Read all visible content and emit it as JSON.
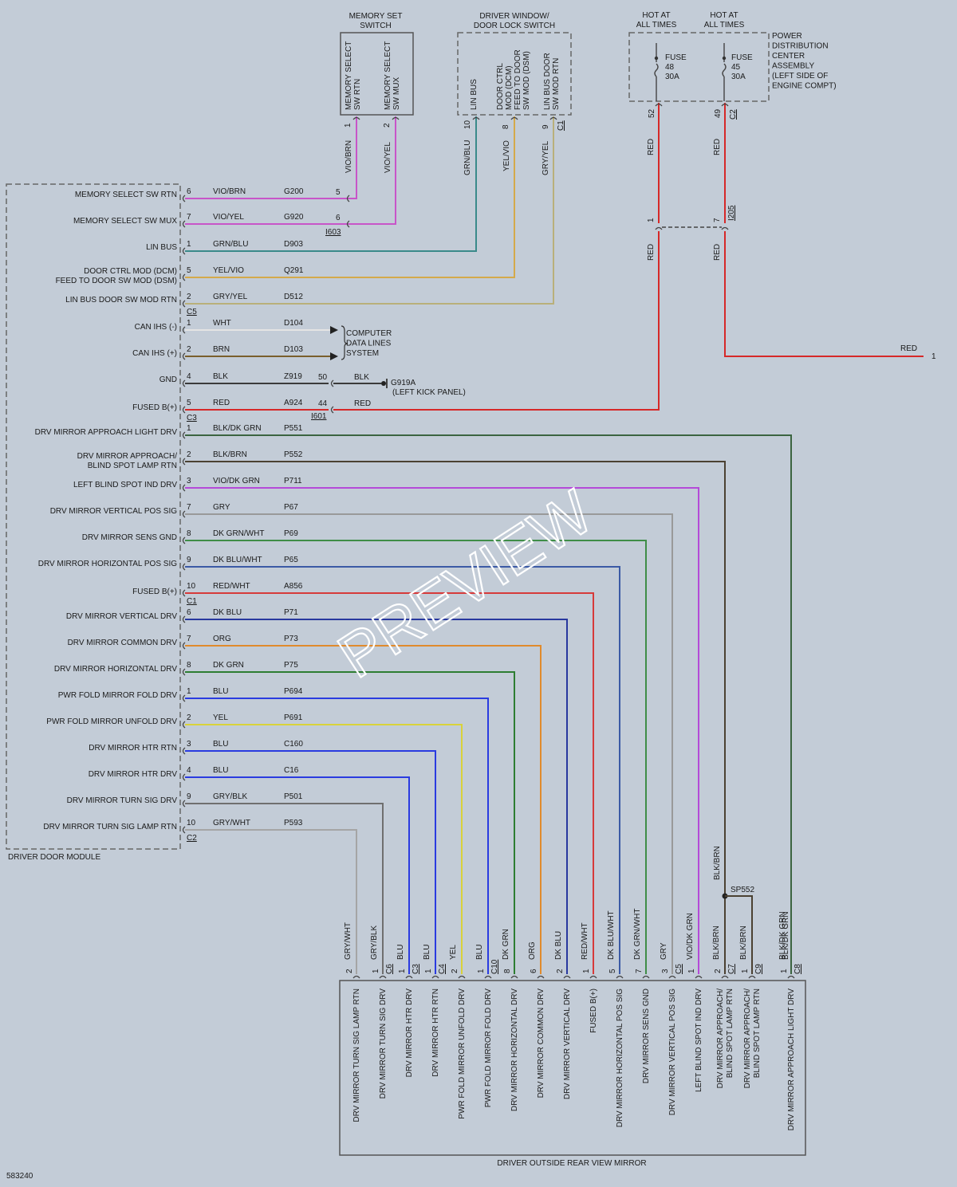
{
  "diagram_id": "583240",
  "components": {
    "memory_switch": {
      "title_lines": [
        "MEMORY SET",
        "SWITCH"
      ],
      "pin_labels": [
        [
          "MEMORY SELECT",
          "SW RTN"
        ],
        [
          "MEMORY SELECT",
          "SW MUX"
        ]
      ],
      "pin_numbers": [
        "1",
        "2"
      ]
    },
    "window_switch": {
      "title_lines": [
        "DRIVER WINDOW/",
        "DOOR LOCK SWITCH"
      ],
      "pin_labels": [
        [
          "LIN BUS"
        ],
        [
          "DOOR CTRL",
          "MOD (DCM)",
          "FEED TO DOOR",
          "SW MOD (DSM)"
        ],
        [
          "LIN BUS DOOR",
          "SW MOD RTN"
        ]
      ],
      "pin_numbers": [
        "10",
        "8",
        "9"
      ],
      "connector": "C1"
    },
    "hot1": {
      "lines": [
        "HOT AT",
        "ALL TIMES"
      ]
    },
    "hot2": {
      "lines": [
        "HOT AT",
        "ALL TIMES"
      ]
    },
    "fuse48": {
      "lines": [
        "FUSE",
        "48",
        "30A"
      ]
    },
    "fuse45": {
      "lines": [
        "FUSE",
        "45",
        "30A"
      ]
    },
    "pdc": {
      "lines": [
        "POWER",
        "DISTRIBUTION",
        "CENTER",
        "ASSEMBLY",
        "(LEFT SIDE OF",
        "ENGINE COMPT)"
      ],
      "pins": [
        "52",
        "49"
      ],
      "connector": "C2"
    },
    "ddm": {
      "title": "DRIVER DOOR MODULE"
    },
    "mirror": {
      "title": "DRIVER OUTSIDE REAR VIEW MIRROR"
    },
    "computer_data": {
      "lines": [
        "COMPUTER",
        "DATA LINES",
        "SYSTEM"
      ]
    },
    "ground": {
      "label": "G919A",
      "location": "(LEFT KICK PANEL)"
    },
    "splice": {
      "label": "SP552"
    }
  },
  "inline": {
    "i603": {
      "label": "I603",
      "pins": [
        "5",
        "6"
      ]
    },
    "i601": {
      "label": "I601",
      "pins": [
        "50",
        "44"
      ]
    },
    "i205": {
      "label": "I205",
      "pins": [
        "1",
        "7"
      ]
    }
  },
  "upper_wire_colors": {
    "vio_brn": "VIO/BRN",
    "vio_yel": "VIO/YEL",
    "grn_blu": "GRN/BLU",
    "yel_vio": "YEL/VIO",
    "gry_yel": "GRY/YEL",
    "red52_top": "RED",
    "red52_bottom": "RED",
    "red49_top": "RED",
    "red49_bottom": "RED",
    "red_out": "RED",
    "red_out_pin": "1",
    "blk_ground": "BLK",
    "red_fused": "RED"
  },
  "ddm_rows": [
    {
      "label": [
        "MEMORY SELECT SW RTN"
      ],
      "pin": "6",
      "color": "VIO/BRN",
      "circuit": "G200"
    },
    {
      "label": [
        "MEMORY SELECT SW MUX"
      ],
      "pin": "7",
      "color": "VIO/YEL",
      "circuit": "G920"
    },
    {
      "label": [
        "LIN BUS"
      ],
      "pin": "1",
      "color": "GRN/BLU",
      "circuit": "D903"
    },
    {
      "label": [
        "DOOR CTRL MOD (DCM)",
        "FEED TO DOOR SW MOD (DSM)"
      ],
      "pin": "5",
      "color": "YEL/VIO",
      "circuit": "Q291"
    },
    {
      "label": [
        "LIN BUS DOOR SW MOD RTN"
      ],
      "pin": "2",
      "color": "GRY/YEL",
      "circuit": "D512",
      "conn": "C5"
    },
    {
      "label": [
        "CAN IHS (-)"
      ],
      "pin": "1",
      "color": "WHT",
      "circuit": "D104"
    },
    {
      "label": [
        "CAN IHS (+)"
      ],
      "pin": "2",
      "color": "BRN",
      "circuit": "D103"
    },
    {
      "label": [
        "GND"
      ],
      "pin": "4",
      "color": "BLK",
      "circuit": "Z919"
    },
    {
      "label": [
        "FUSED B(+)"
      ],
      "pin": "5",
      "color": "RED",
      "circuit": "A924",
      "conn": "C3"
    },
    {
      "label": [
        "DRV MIRROR APPROACH LIGHT DRV"
      ],
      "pin": "1",
      "color": "BLK/DK GRN",
      "circuit": "P551"
    },
    {
      "label": [
        "DRV MIRROR APPROACH/",
        "BLIND SPOT LAMP RTN"
      ],
      "pin": "2",
      "color": "BLK/BRN",
      "circuit": "P552"
    },
    {
      "label": [
        "LEFT BLIND SPOT IND DRV"
      ],
      "pin": "3",
      "color": "VIO/DK GRN",
      "circuit": "P711"
    },
    {
      "label": [
        "DRV MIRROR VERTICAL POS SIG"
      ],
      "pin": "7",
      "color": "GRY",
      "circuit": "P67"
    },
    {
      "label": [
        "DRV MIRROR SENS GND"
      ],
      "pin": "8",
      "color": "DK GRN/WHT",
      "circuit": "P69"
    },
    {
      "label": [
        "DRV MIRROR HORIZONTAL POS SIG"
      ],
      "pin": "9",
      "color": "DK BLU/WHT",
      "circuit": "P65"
    },
    {
      "label": [
        "FUSED B(+)"
      ],
      "pin": "10",
      "color": "RED/WHT",
      "circuit": "A856",
      "conn": "C1"
    },
    {
      "label": [
        "DRV MIRROR VERTICAL DRV"
      ],
      "pin": "6",
      "color": "DK BLU",
      "circuit": "P71"
    },
    {
      "label": [
        "DRV MIRROR COMMON DRV"
      ],
      "pin": "7",
      "color": "ORG",
      "circuit": "P73"
    },
    {
      "label": [
        "DRV MIRROR HORIZONTAL DRV"
      ],
      "pin": "8",
      "color": "DK GRN",
      "circuit": "P75"
    },
    {
      "label": [
        "PWR FOLD MIRROR FOLD DRV"
      ],
      "pin": "1",
      "color": "BLU",
      "circuit": "P694"
    },
    {
      "label": [
        "PWR FOLD MIRROR UNFOLD DRV"
      ],
      "pin": "2",
      "color": "YEL",
      "circuit": "P691"
    },
    {
      "label": [
        "DRV MIRROR HTR RTN"
      ],
      "pin": "3",
      "color": "BLU",
      "circuit": "C160"
    },
    {
      "label": [
        "DRV MIRROR HTR DRV"
      ],
      "pin": "4",
      "color": "BLU",
      "circuit": "C16"
    },
    {
      "label": [
        "DRV MIRROR TURN SIG DRV"
      ],
      "pin": "9",
      "color": "GRY/BLK",
      "circuit": "P501"
    },
    {
      "label": [
        "DRV MIRROR TURN SIG LAMP RTN"
      ],
      "pin": "10",
      "color": "GRY/WHT",
      "circuit": "P593",
      "conn": "C2"
    }
  ],
  "mirror_pins": [
    {
      "label": [
        "DRV MIRROR TURN SIG LAMP RTN"
      ],
      "pin": "2",
      "color": "GRY/WHT"
    },
    {
      "label": [
        "DRV MIRROR TURN SIG DRV"
      ],
      "pin": "1",
      "color": "GRY/BLK",
      "conn": "C6"
    },
    {
      "label": [
        "DRV MIRROR HTR DRV"
      ],
      "pin": "1",
      "color": "BLU",
      "conn": "C3"
    },
    {
      "label": [
        "DRV MIRROR HTR RTN"
      ],
      "pin": "1",
      "color": "BLU",
      "conn": "C4"
    },
    {
      "label": [
        "PWR FOLD MIRROR UNFOLD DRV"
      ],
      "pin": "2",
      "color": "YEL"
    },
    {
      "label": [
        "PWR FOLD MIRROR FOLD DRV"
      ],
      "pin": "1",
      "color": "BLU",
      "conn": "C10"
    },
    {
      "label": [
        "DRV MIRROR HORIZONTAL DRV"
      ],
      "pin": "8",
      "color": "DK GRN"
    },
    {
      "label": [
        "DRV MIRROR COMMON DRV"
      ],
      "pin": "6",
      "color": "ORG"
    },
    {
      "label": [
        "DRV MIRROR VERTICAL DRV"
      ],
      "pin": "2",
      "color": "DK BLU"
    },
    {
      "label": [
        "FUSED B(+)"
      ],
      "pin": "1",
      "color": "RED/WHT"
    },
    {
      "label": [
        "DRV MIRROR HORIZONTAL POS SIG"
      ],
      "pin": "5",
      "color": "DK BLU/WHT"
    },
    {
      "label": [
        "DRV MIRROR SENS GND"
      ],
      "pin": "7",
      "color": "DK GRN/WHT"
    },
    {
      "label": [
        "DRV MIRROR VERTICAL POS SIG"
      ],
      "pin": "3",
      "color": "GRY",
      "conn": "C5"
    },
    {
      "label": [
        "LEFT BLIND SPOT IND DRV"
      ],
      "pin": "1",
      "color": "VIO/DK GRN"
    },
    {
      "label": [
        "DRV MIRROR APPROACH/",
        "BLIND SPOT LAMP RTN"
      ],
      "pin": "2",
      "color": "BLK/BRN",
      "conn": "C7"
    },
    {
      "label": [
        "DRV MIRROR APPROACH/",
        "BLIND SPOT LAMP RTN"
      ],
      "pin": "1",
      "color": "BLK/BRN",
      "conn": "C9"
    },
    {
      "label": [
        "DRV MIRROR APPROACH LIGHT DRV"
      ],
      "pin": "1",
      "color": "BLK/DK GRN",
      "conn": "C8"
    }
  ],
  "splice_wire_color": "BLK/BRN",
  "watermark": "PREVIEW",
  "wire_hex": {
    "VIO/BRN": "#c855c8",
    "VIO/YEL": "#c855c8",
    "GRN/BLU": "#3a8a8a",
    "YEL/VIO": "#d4a94a",
    "GRY/YEL": "#b9b07a",
    "WHT": "#e4e4e4",
    "BRN": "#7a5f2c",
    "BLK": "#3a3a3a",
    "RED": "#d62828",
    "BLK/DK GRN": "#3b6440",
    "BLK/BRN": "#4b4132",
    "VIO/DK GRN": "#b44ad8",
    "GRY": "#999999",
    "DK GRN/WHT": "#3f8d47",
    "DK BLU/WHT": "#3b5aa5",
    "RED/WHT": "#d63a3a",
    "DK BLU": "#28389e",
    "ORG": "#e08a2c",
    "DK GRN": "#2e7d32",
    "BLU": "#2a3be0",
    "YEL": "#d9d23a",
    "GRY/BLK": "#6f6f6f",
    "GRY/WHT": "#a5a5a5"
  }
}
